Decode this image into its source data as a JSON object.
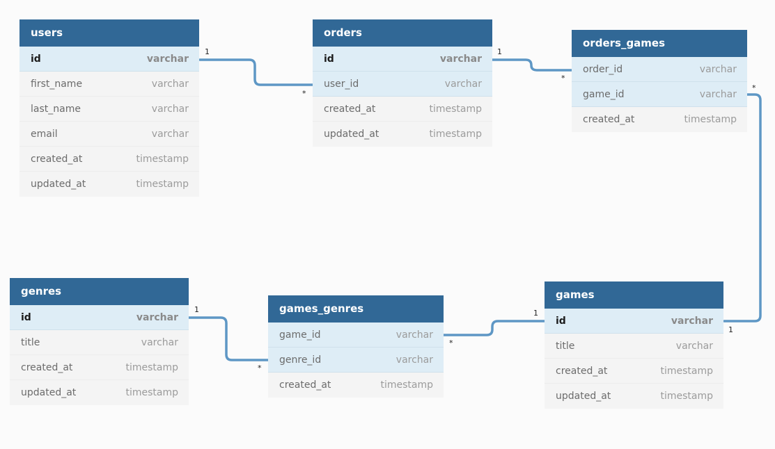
{
  "tables": [
    {
      "name": "users",
      "fields": [
        {
          "name": "id",
          "type": "varchar",
          "pk": true,
          "key": true
        },
        {
          "name": "first_name",
          "type": "varchar"
        },
        {
          "name": "last_name",
          "type": "varchar"
        },
        {
          "name": "email",
          "type": "varchar"
        },
        {
          "name": "created_at",
          "type": "timestamp"
        },
        {
          "name": "updated_at",
          "type": "timestamp"
        }
      ]
    },
    {
      "name": "orders",
      "fields": [
        {
          "name": "id",
          "type": "varchar",
          "pk": true,
          "key": true
        },
        {
          "name": "user_id",
          "type": "varchar",
          "key": true
        },
        {
          "name": "created_at",
          "type": "timestamp"
        },
        {
          "name": "updated_at",
          "type": "timestamp"
        }
      ]
    },
    {
      "name": "orders_games",
      "fields": [
        {
          "name": "order_id",
          "type": "varchar",
          "key": true
        },
        {
          "name": "game_id",
          "type": "varchar",
          "key": true
        },
        {
          "name": "created_at",
          "type": "timestamp"
        }
      ]
    },
    {
      "name": "genres",
      "fields": [
        {
          "name": "id",
          "type": "varchar",
          "pk": true,
          "key": true
        },
        {
          "name": "title",
          "type": "varchar"
        },
        {
          "name": "created_at",
          "type": "timestamp"
        },
        {
          "name": "updated_at",
          "type": "timestamp"
        }
      ]
    },
    {
      "name": "games_genres",
      "fields": [
        {
          "name": "game_id",
          "type": "varchar",
          "key": true
        },
        {
          "name": "genre_id",
          "type": "varchar",
          "key": true
        },
        {
          "name": "created_at",
          "type": "timestamp"
        }
      ]
    },
    {
      "name": "games",
      "fields": [
        {
          "name": "id",
          "type": "varchar",
          "pk": true,
          "key": true
        },
        {
          "name": "title",
          "type": "varchar"
        },
        {
          "name": "created_at",
          "type": "timestamp"
        },
        {
          "name": "updated_at",
          "type": "timestamp"
        }
      ]
    }
  ],
  "relations": [
    {
      "from": "users.id",
      "to": "orders.user_id",
      "from_card": "1",
      "to_card": "*"
    },
    {
      "from": "orders.id",
      "to": "orders_games.order_id",
      "from_card": "1",
      "to_card": "*"
    },
    {
      "from": "games.id",
      "to": "orders_games.game_id",
      "from_card": "1",
      "to_card": "*"
    },
    {
      "from": "genres.id",
      "to": "games_genres.genre_id",
      "from_card": "1",
      "to_card": "*"
    },
    {
      "from": "games.id",
      "to": "games_genres.game_id",
      "from_card": "1",
      "to_card": "*"
    }
  ],
  "colors": {
    "header": "#316896",
    "link": "#5e97c5",
    "key_row": "#deedf6"
  }
}
